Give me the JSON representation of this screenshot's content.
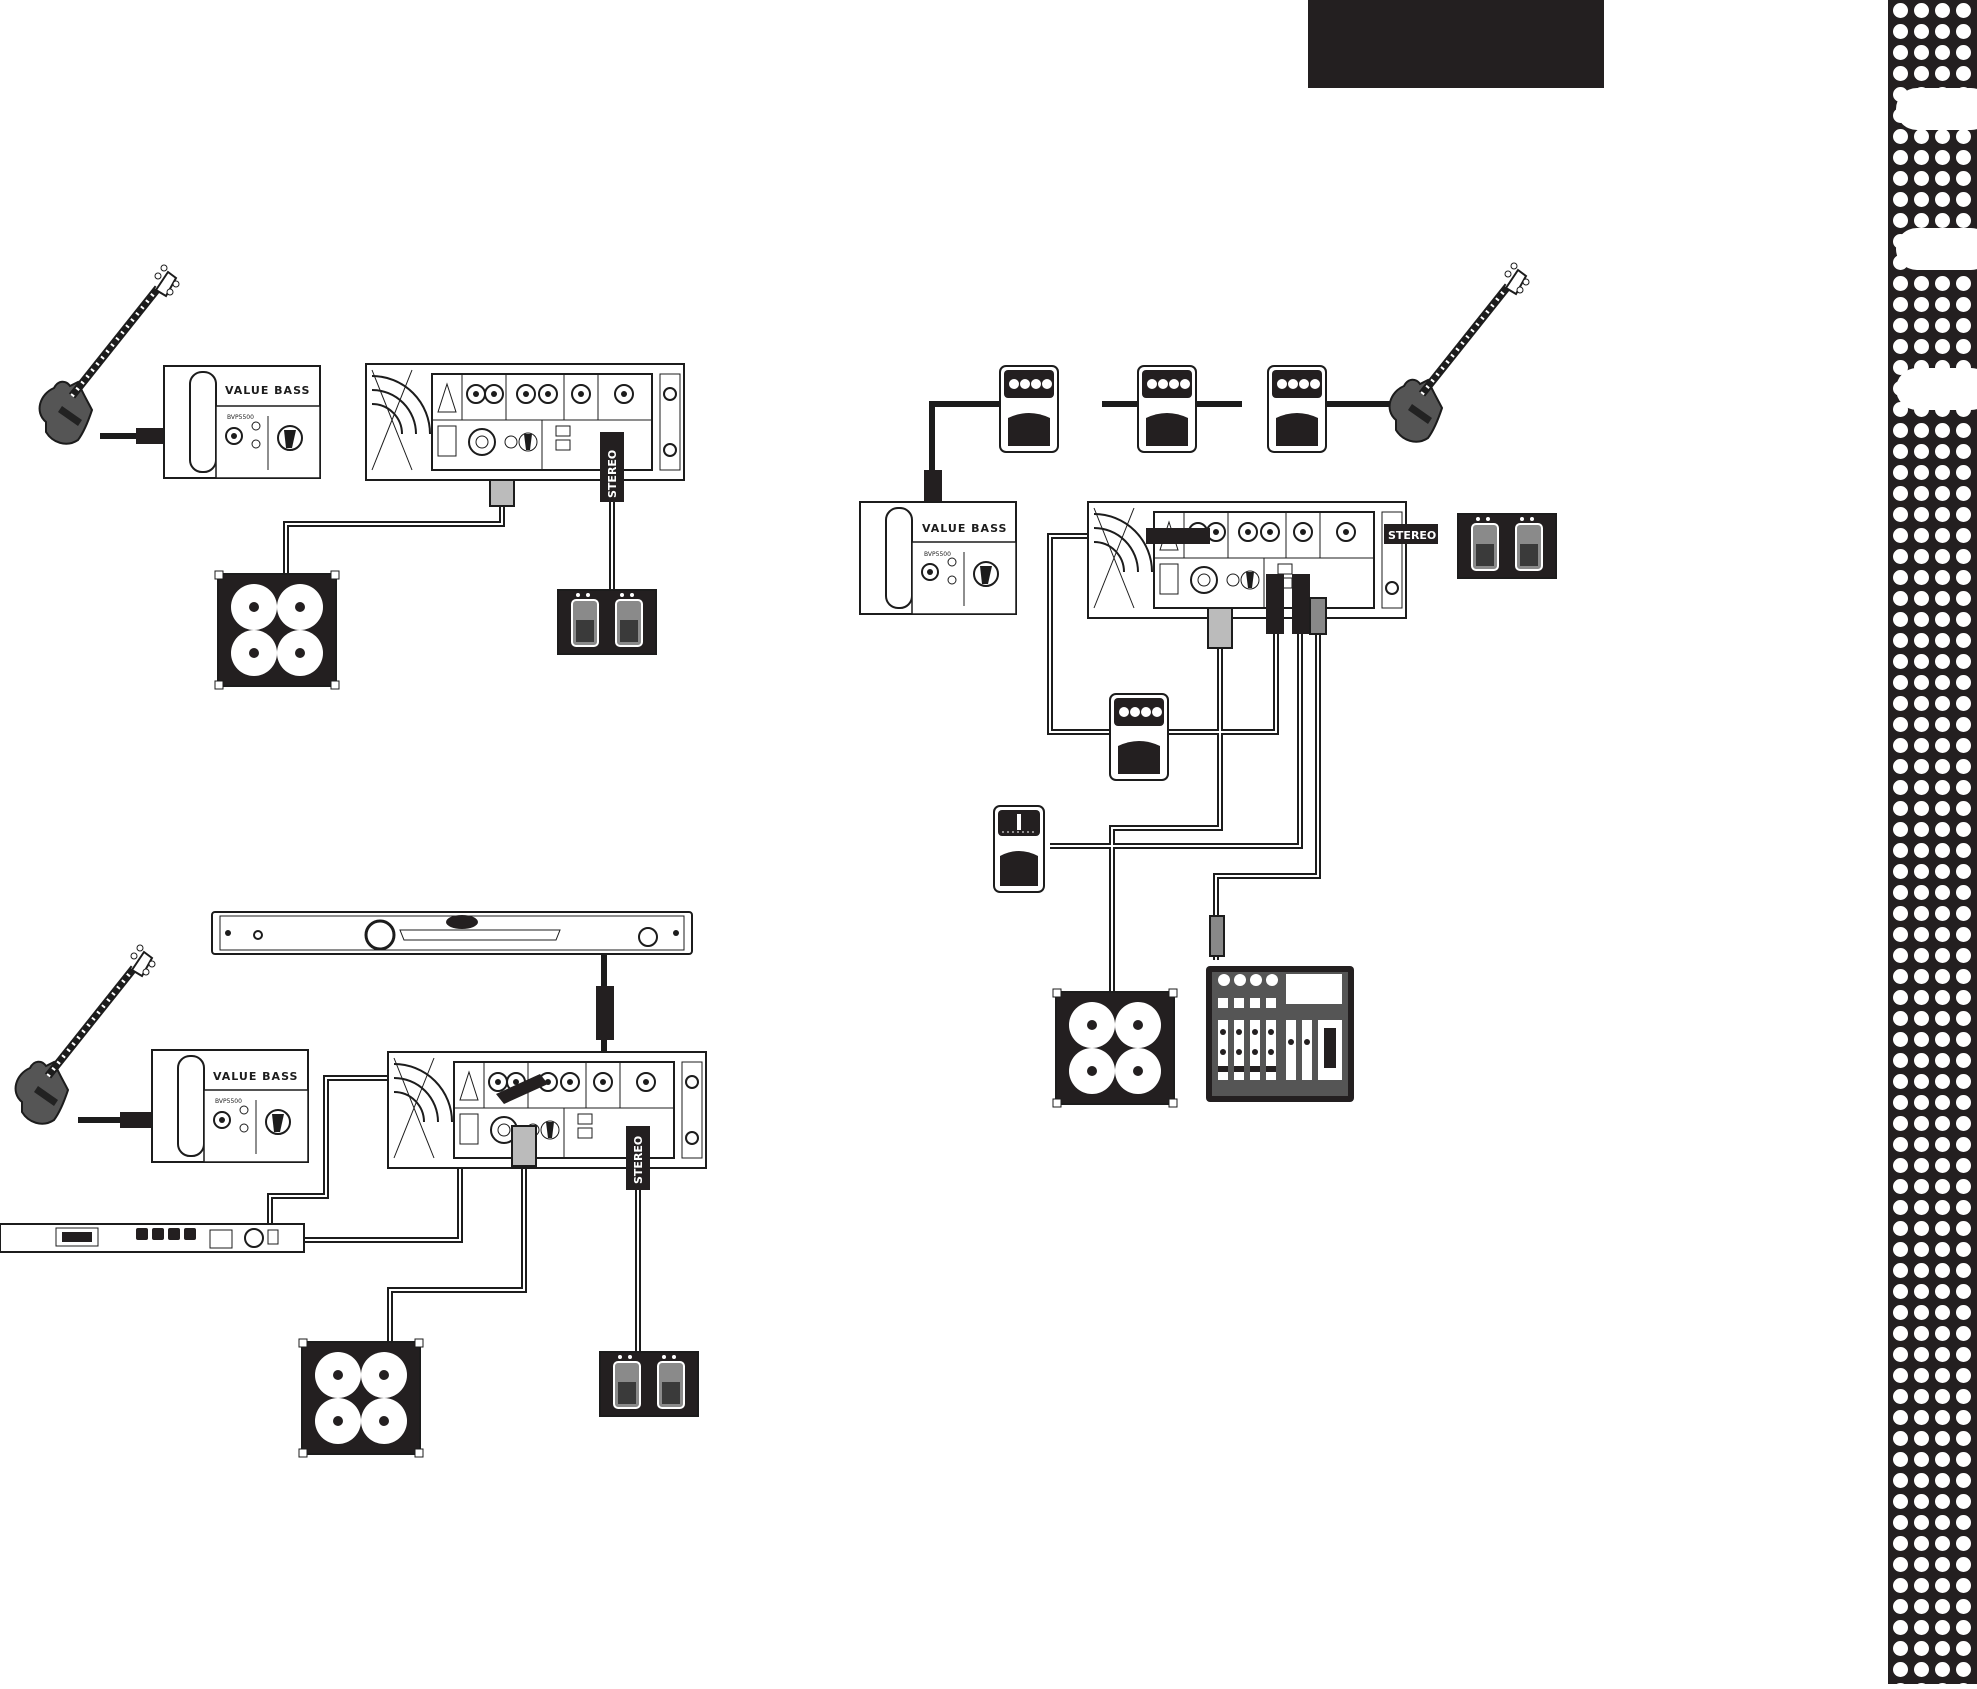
{
  "labels": {
    "value_bass": "VALUE BASS",
    "model": "BVP5500",
    "stereo": "STEREO"
  },
  "colors": {
    "ink": "#1c1c1c",
    "paper": "#ffffff",
    "header_block": "#231f20",
    "sidebar": "#231f20",
    "gray": "#6d6e71"
  },
  "icons": [
    "bass-guitar-icon",
    "speaker-cabinet-icon",
    "footswitch-icon",
    "stomp-pedal-icon",
    "tuner-pedal-icon",
    "mixer-icon",
    "rack-unit-icon"
  ]
}
